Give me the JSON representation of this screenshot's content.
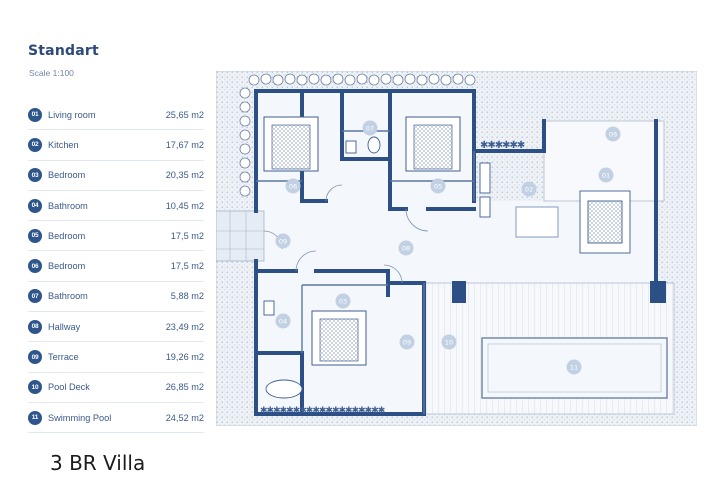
{
  "panel": {
    "title": "Standart",
    "scale": "Scale 1:100"
  },
  "rooms": [
    {
      "num": "01",
      "name": "Living room",
      "area": "25,65 m2"
    },
    {
      "num": "02",
      "name": "Kitchen",
      "area": "17,67 m2"
    },
    {
      "num": "03",
      "name": "Bedroom",
      "area": "20,35 m2"
    },
    {
      "num": "04",
      "name": "Bathroom",
      "area": "10,45 m2"
    },
    {
      "num": "05",
      "name": "Bedroom",
      "area": "17,5 m2"
    },
    {
      "num": "06",
      "name": "Bedroom",
      "area": "17,5 m2"
    },
    {
      "num": "07",
      "name": "Bathroom",
      "area": "5,88 m2"
    },
    {
      "num": "08",
      "name": "Hallway",
      "area": "23,49 m2"
    },
    {
      "num": "09",
      "name": "Terrace",
      "area": "19,26 m2"
    },
    {
      "num": "10",
      "name": "Pool Deck",
      "area": "26,85 m2"
    },
    {
      "num": "11",
      "name": "Swimming Pool",
      "area": "24,52 m2"
    }
  ],
  "plan_labels": {
    "living": "01",
    "kitchen": "02",
    "bedroom_south": "03",
    "bathroom_south": "04",
    "bedroom_ne": "05",
    "bedroom_nw": "06",
    "bathroom_north": "07",
    "hallway": "08",
    "entry": "09",
    "terrace_north": "09",
    "terrace_south": "09",
    "pool_deck": "10",
    "pool": "11"
  },
  "colors": {
    "wall": "#2c4f86",
    "accent": "#2f568c",
    "floor": "#f3f6fa",
    "outside": "#dfe6ee",
    "label_bg": "#c9d6e6",
    "label_text": "#ffffff"
  },
  "caption": "3 BR Villa"
}
